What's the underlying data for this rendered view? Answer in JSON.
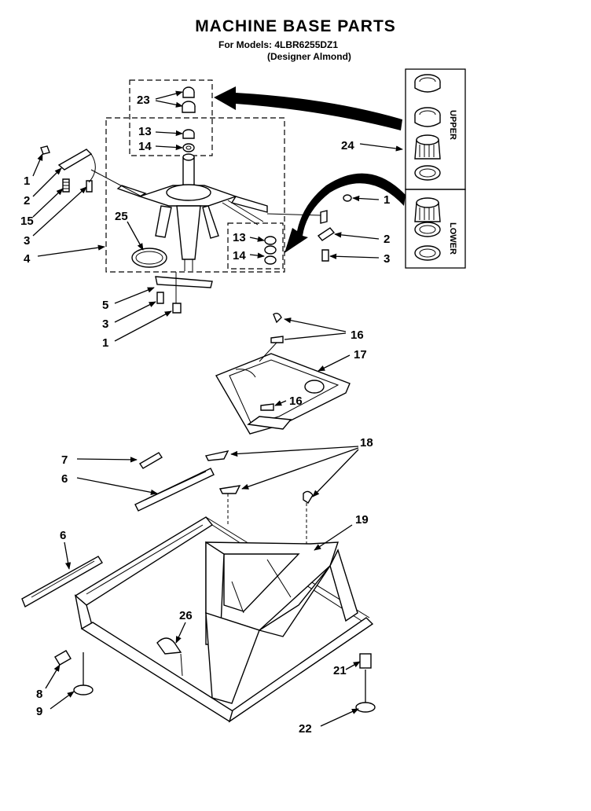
{
  "header": {
    "title": "MACHINE BASE PARTS",
    "models_line": "For Models: 4LBR6255DZ1",
    "color_line": "(Designer Almond)"
  },
  "inset": {
    "upper_label": "UPPER",
    "lower_label": "LOWER"
  },
  "callouts": {
    "p23": "23",
    "p13a": "13",
    "p14a": "14",
    "p1a": "1",
    "p2a": "2",
    "p15": "15",
    "p3a": "3",
    "p4": "4",
    "p25": "25",
    "p13b": "13",
    "p14b": "14",
    "p24": "24",
    "p1b": "1",
    "p2b": "2",
    "p3b": "3",
    "p5": "5",
    "p3c": "3",
    "p1c": "1",
    "p16a": "16",
    "p17": "17",
    "p16b": "16",
    "p7": "7",
    "p6a": "6",
    "p18": "18",
    "p6b": "6",
    "p19": "19",
    "p26": "26",
    "p8": "8",
    "p9": "9",
    "p21": "21",
    "p22": "22"
  }
}
